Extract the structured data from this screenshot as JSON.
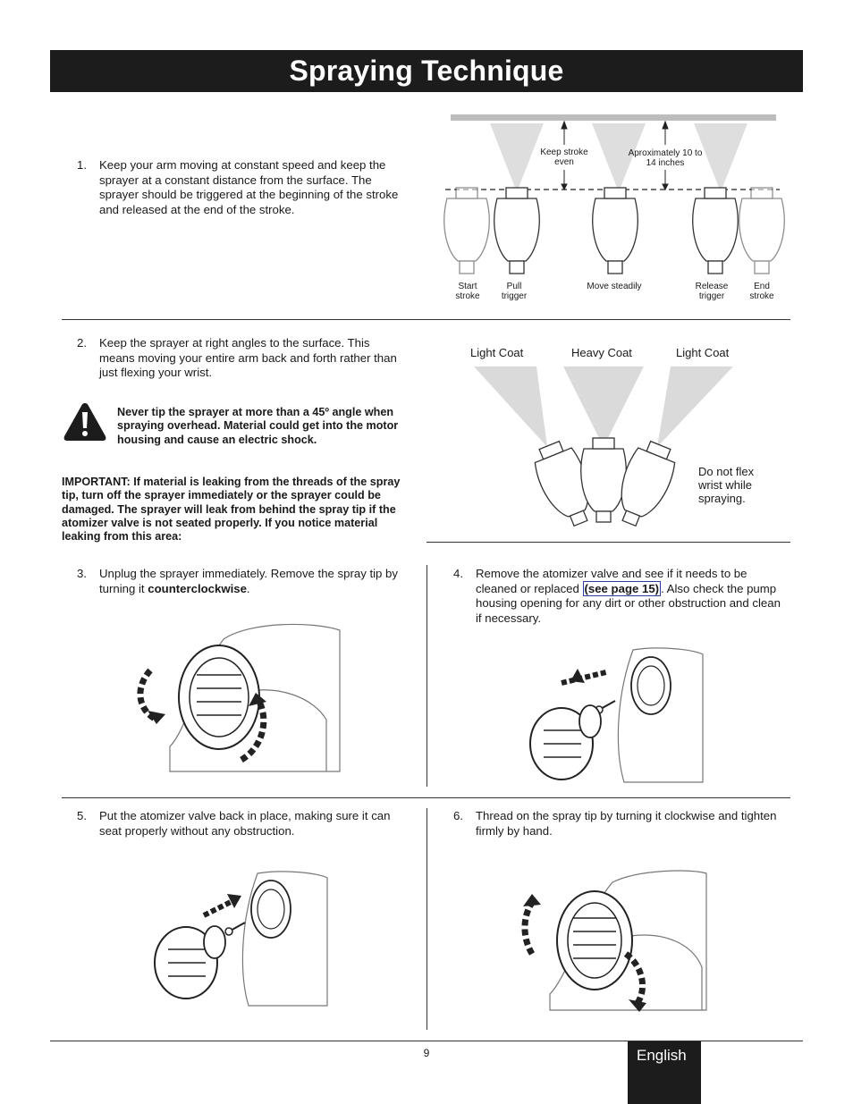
{
  "page": {
    "title": "Spraying Technique",
    "page_number": "9",
    "language_tab": "English"
  },
  "step1": {
    "number": "1.",
    "text": "Keep your arm moving at constant speed and keep the sprayer at a constant distance from the surface.   The sprayer should be triggered at the beginning of the stroke and released at the end of the stroke."
  },
  "fig1": {
    "keep_stroke_even": "Keep stroke even",
    "aproximately": "Aproximately 10 to 14 inches",
    "start_stroke": "Start stroke",
    "pull_trigger": "Pull trigger",
    "move_steadily": "Move steadily",
    "release_trigger": "Release trigger",
    "end_stroke": "End stroke"
  },
  "step2": {
    "number": "2.",
    "text": "Keep the sprayer at right angles to the surface.  This means moving your entire arm back and forth rather than just flexing your wrist."
  },
  "warning": {
    "text": "Never tip the sprayer at more than a 45º angle when spraying overhead.  Material could get into the motor housing and cause an electric shock."
  },
  "important": {
    "text": "IMPORTANT:  If material is leaking from the threads of the spray tip, turn off the sprayer immediately or the sprayer could be damaged.  The sprayer will leak from behind the spray tip if the atomizer valve is not seated properly.  If you notice material leaking from this area:"
  },
  "fig2": {
    "light_coat_left": "Light Coat",
    "heavy_coat": "Heavy Coat",
    "light_coat_right": "Light Coat",
    "note": "Do not flex wrist while spraying."
  },
  "step3": {
    "number": "3.",
    "text_before": "Unplug the sprayer immediately.  Remove the spray tip by turning it ",
    "text_bold": "counterclockwise",
    "text_after": "."
  },
  "step4": {
    "number": "4.",
    "text_before": "Remove the atomizer valve and see if it needs to be cleaned or replaced ",
    "link": "(see page 15)",
    "text_after": ".  Also check the pump housing opening for any dirt or other obstruction and clean if necessary."
  },
  "step5": {
    "number": "5.",
    "text": "Put the atomizer valve back in place, making sure it can seat properly without any obstruction."
  },
  "step6": {
    "number": "6.",
    "text": "Thread on the spray tip by turning it clockwise and tighten firmly by hand."
  }
}
